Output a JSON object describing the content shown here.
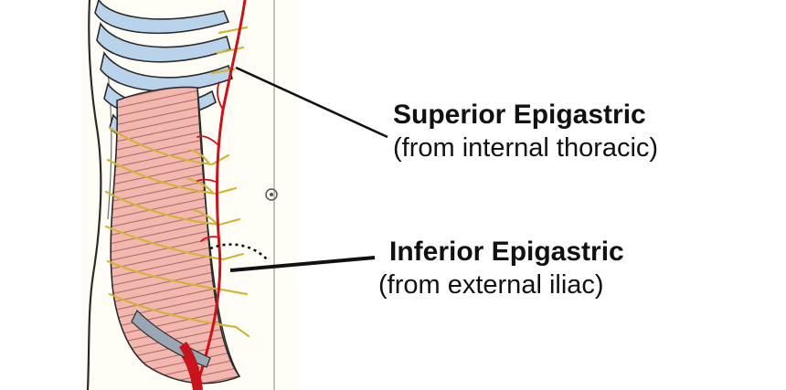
{
  "labels": {
    "superior": {
      "title": "Superior Epigastric",
      "subtitle": "(from internal thoracic)"
    },
    "inferior": {
      "title": "Inferior Epigastric",
      "subtitle": "(from external iliac)"
    }
  },
  "colors": {
    "artery": "#c8141c",
    "nerve": "#d2b43c",
    "cartilage": "#b9d3ea",
    "muscle": "#f2b8b0",
    "muscle_stripe": "#b46a66",
    "outline": "#2a2a2a",
    "paper": "#fffdf6"
  }
}
